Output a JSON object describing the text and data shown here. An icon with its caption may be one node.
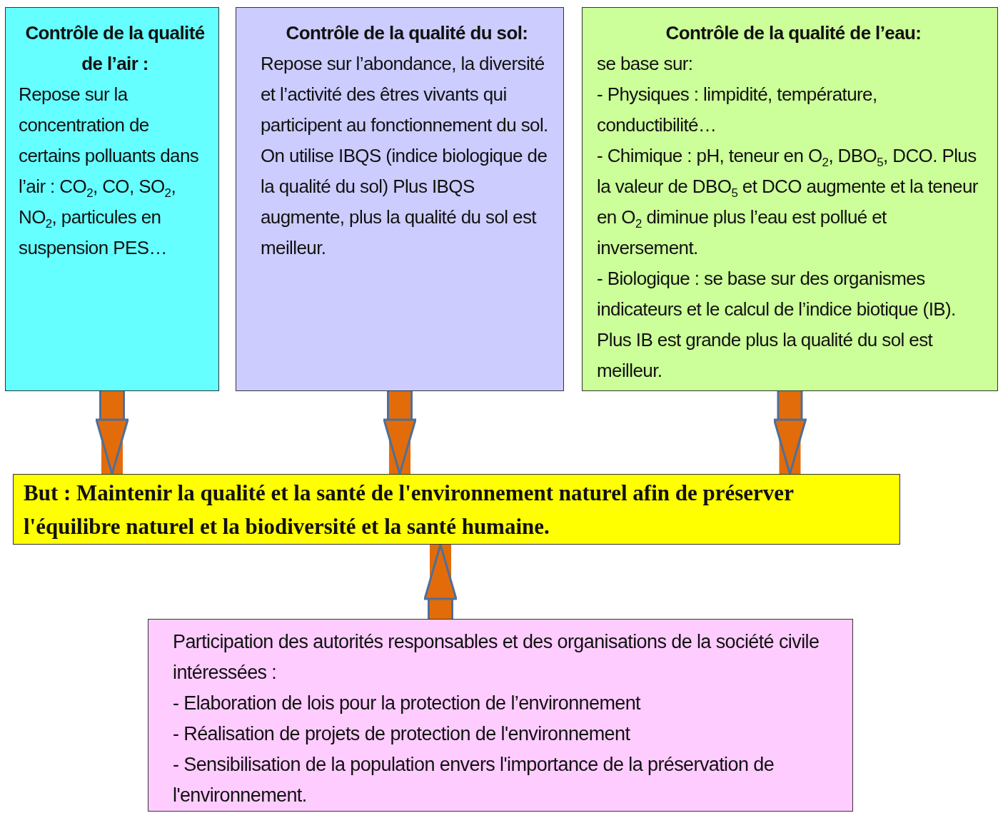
{
  "diagram": {
    "nodes": [
      {
        "text": [
          "Contrôle de la qualité de l’air  :",
          "Repose sur la concentration de certains polluants dans l’air : CO$_{2}$, CO, SO$_{2}$, NO$_{2}$, particules en suspension PES…"
        ]
      },
      {
        "text": [
          "Contrôle de la qualité du sol:",
          "Repose sur l’abondance, la diversité et l’activité des êtres vivants qui participent au fonctionnement du sol. On utilise IBQS (indice biologique de la qualité du sol) Plus IBQS augmente, plus la qualité du sol est meilleur."
        ]
      },
      {
        "text": [
          "Contrôle de la qualité de l’eau:",
          "se base sur:",
          "- Physiques : limpidité, température, conductibilité…",
          "- Chimique : pH, teneur en O$_{2}$, DBO$_{5}$, DCO. Plus la valeur de DBO$_{5}$ et DCO augmente et la teneur en O$_{2}$ diminue plus l’eau est pollué et inversement.",
          "- Biologique : se base sur des organismes indicateurs et le calcul de l’indice biotique (IB). Plus IB est grande plus la qualité du sol est meilleur."
        ]
      },
      {
        "text": [
          "But : Maintenir la qualité et la santé de l'environnement naturel afin de préserver l'équilibre naturel et la biodiversité et la santé humaine."
        ]
      },
      {
        "text": [
          "Participation des autorités responsables et des organisations de la société civile intéressées :",
          "- Elaboration de lois pour la protection de l’environnement",
          "- Réalisation de projets de protection de l'environnement",
          "- Sensibilisation de la population envers l'importance de la préservation de l'environnement."
        ]
      }
    ],
    "edges": [
      {
        "from": 0,
        "to": 3,
        "arrow": "to"
      },
      {
        "from": 1,
        "to": 3,
        "arrow": "to"
      },
      {
        "from": 2,
        "to": 3,
        "arrow": "to"
      },
      {
        "from": 4,
        "to": 3,
        "arrow": "to"
      }
    ]
  }
}
